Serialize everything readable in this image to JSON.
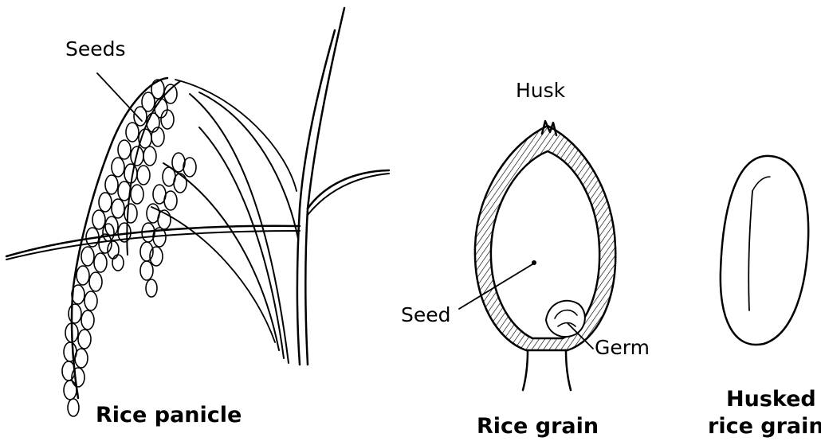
{
  "panicle": {
    "caption": "Rice panicle",
    "seeds_label": "Seeds"
  },
  "grain": {
    "caption": "Rice grain",
    "husk_label": "Husk",
    "seed_label": "Seed",
    "germ_label": "Germ"
  },
  "husked": {
    "caption_line1": "Husked",
    "caption_line2": "rice grain"
  }
}
